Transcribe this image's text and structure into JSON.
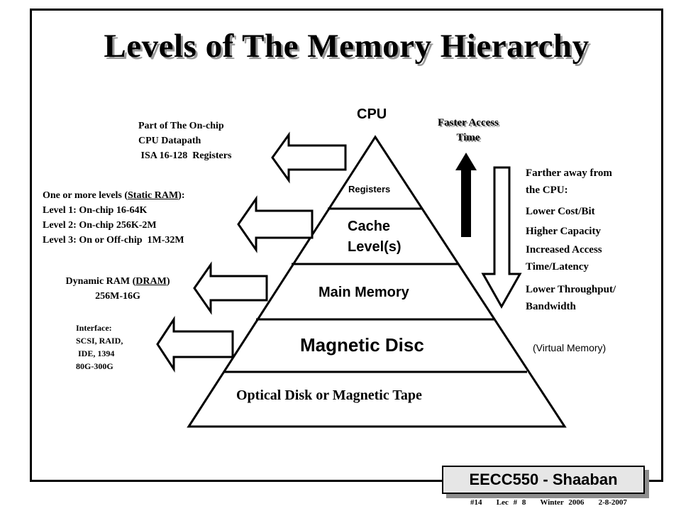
{
  "title": "Levels of The Memory Hierarchy",
  "cpu_label": "CPU",
  "pyramid": {
    "registers": "Registers",
    "cache_line1": "Cache",
    "cache_line2": "Level(s)",
    "main_memory": "Main Memory",
    "magnetic_disc": "Magnetic Disc",
    "optical": "Optical Disk or Magnetic Tape"
  },
  "left_notes": {
    "registers": [
      "Part of The On-chip",
      "CPU  Datapath",
      " ISA 16-128  Registers"
    ],
    "cache_line1_pre": "One or more levels (",
    "cache_line1_u": "Static RAM",
    "cache_line1_post": "):",
    "cache_lines": [
      "Level 1: On-chip 16-64K",
      "Level 2: On-chip 256K-2M",
      "Level 3: On or Off-chip  1M-32M"
    ],
    "dram_pre": "Dynamic RAM (",
    "dram_u": "DRAM",
    "dram_post": ")",
    "dram_size": "256M-16G",
    "disk_lines": [
      "Interface:",
      "SCSI, RAID,",
      " IDE, 1394",
      "80G-300G"
    ]
  },
  "faster_access": [
    "Faster Access",
    "Time"
  ],
  "farther_notes": [
    "Farther away from",
    "the CPU:",
    "Lower Cost/Bit",
    "Higher Capacity",
    "Increased Access",
    "Time/Latency",
    "Lower Throughput/",
    "Bandwidth"
  ],
  "virtual_memory": "(Virtual Memory)",
  "footer": {
    "course": "EECC550 - Shaaban",
    "meta": "#14   Lec # 8   Winter 2006   2-8-2007"
  }
}
